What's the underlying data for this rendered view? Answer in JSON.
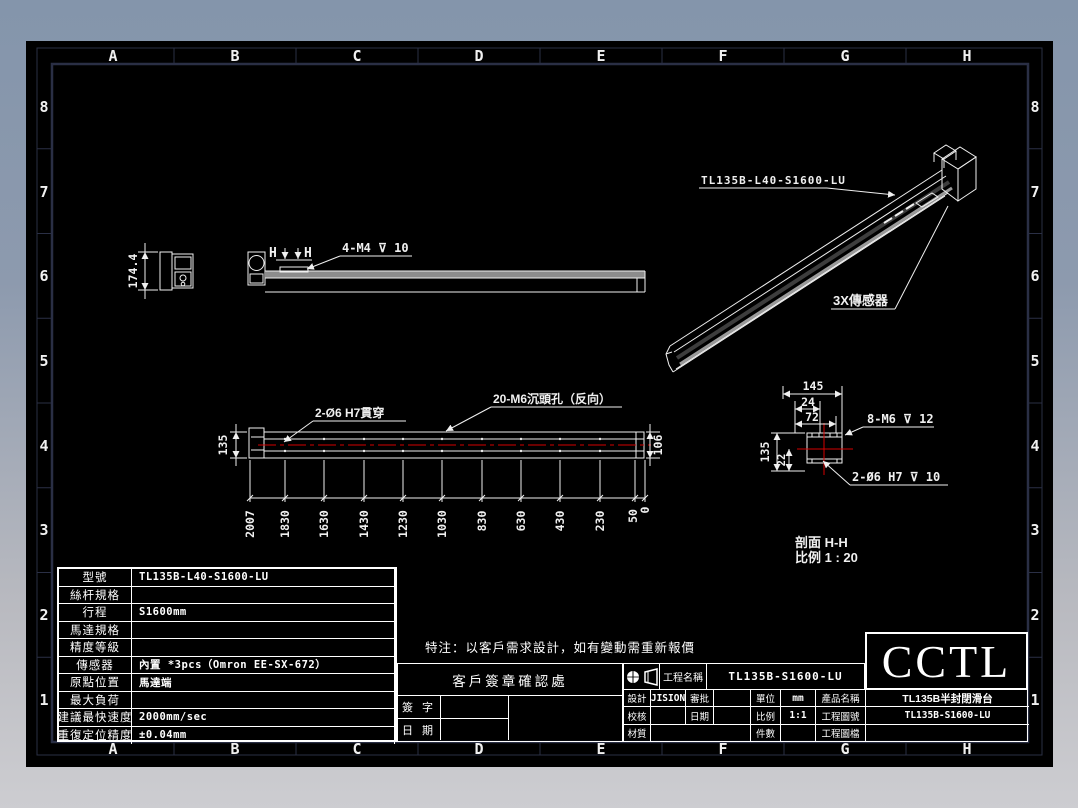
{
  "colors": {
    "background_top": "#8495ab",
    "background_bottom": "#cdcdd1",
    "sheet": "#000000",
    "linework": "#f0f0f0",
    "zone_border": "#323850",
    "centerline_red": "#d40000",
    "belt_gray": "#8c8c8c"
  },
  "border": {
    "top_letters": [
      "A",
      "B",
      "C",
      "D",
      "E",
      "F",
      "G",
      "H"
    ],
    "bottom_letters": [
      "A",
      "B",
      "C",
      "D",
      "E",
      "F",
      "G",
      "H"
    ],
    "left_numbers": [
      "8",
      "7",
      "6",
      "5",
      "4",
      "3",
      "2",
      "1"
    ],
    "right_numbers": [
      "8",
      "7",
      "6",
      "5",
      "4",
      "3",
      "2",
      "1"
    ]
  },
  "iso_view": {
    "part_label": "TL135B-L40-S1600-LU",
    "sensor_label": "3X傳感器"
  },
  "side_view": {
    "height_dim": "174.4",
    "section_label_left": "H",
    "section_label_right": "H",
    "tap_label": "4-M4 ⊽ 10"
  },
  "plan_view": {
    "through_hole_label": "2-Ø6 H7貫穿",
    "counterbore_label": "20-M6沉頭孔（反向）",
    "width_dim": "135",
    "end_width_dim": "106",
    "station_dims": [
      "2007",
      "1830",
      "1630",
      "1430",
      "1230",
      "1030",
      "830",
      "630",
      "430",
      "230",
      "50",
      "0"
    ]
  },
  "section_view": {
    "dim_145": "145",
    "dim_24": "24",
    "dim_72": "72",
    "dim_135": "135",
    "dim_22": "22",
    "tap_label": "8-M6 ⊽ 12",
    "pin_label": "2-Ø6 H7 ⊽ 10",
    "caption_title": "剖面 H-H",
    "caption_scale": "比例 1 : 20"
  },
  "spec_table": {
    "rows": [
      {
        "label": "型號",
        "value": "TL135B-L40-S1600-LU"
      },
      {
        "label": "絲杆規格",
        "value": ""
      },
      {
        "label": "行程",
        "value": "S1600mm"
      },
      {
        "label": "馬達規格",
        "value": ""
      },
      {
        "label": "精度等級",
        "value": ""
      },
      {
        "label": "傳感器",
        "value": "內置 *3pcs（Omron EE-SX-672）"
      },
      {
        "label": "原點位置",
        "value": "馬達端"
      },
      {
        "label": "最大負荷",
        "value": ""
      },
      {
        "label": "建議最快速度",
        "value": "2000mm/sec"
      },
      {
        "label": "重復定位精度",
        "value": "±0.04mm"
      }
    ]
  },
  "note": {
    "text": "特注：以客戶需求設計，如有變動需重新報價"
  },
  "signoff": {
    "title": "客戶簽章確認處",
    "sign_label": "簽 字",
    "sign_value": "",
    "date_label": "日 期",
    "date_value": ""
  },
  "title_block": {
    "logo": "CCTL",
    "project_label": "工程名稱",
    "project_value": "TL135B-S1600-LU",
    "design_label": "設計",
    "design_value": "JISION",
    "approve_label": "審批",
    "approve_value": "",
    "unit_label": "單位",
    "unit_value": "mm",
    "product_label": "產品名稱",
    "product_value": "TL135B半封閉滑台",
    "check_label": "校核",
    "check_value": "",
    "date_label": "日期",
    "date_value": "",
    "scale_label": "比例",
    "scale_value": "1:1",
    "dwgno_label": "工程圖號",
    "dwgno_value": "TL135B-S1600-LU",
    "material_label": "材質",
    "material_value": "",
    "qty_label": "件數",
    "qty_value": "",
    "file_label": "工程圖檔",
    "file_value": ""
  }
}
